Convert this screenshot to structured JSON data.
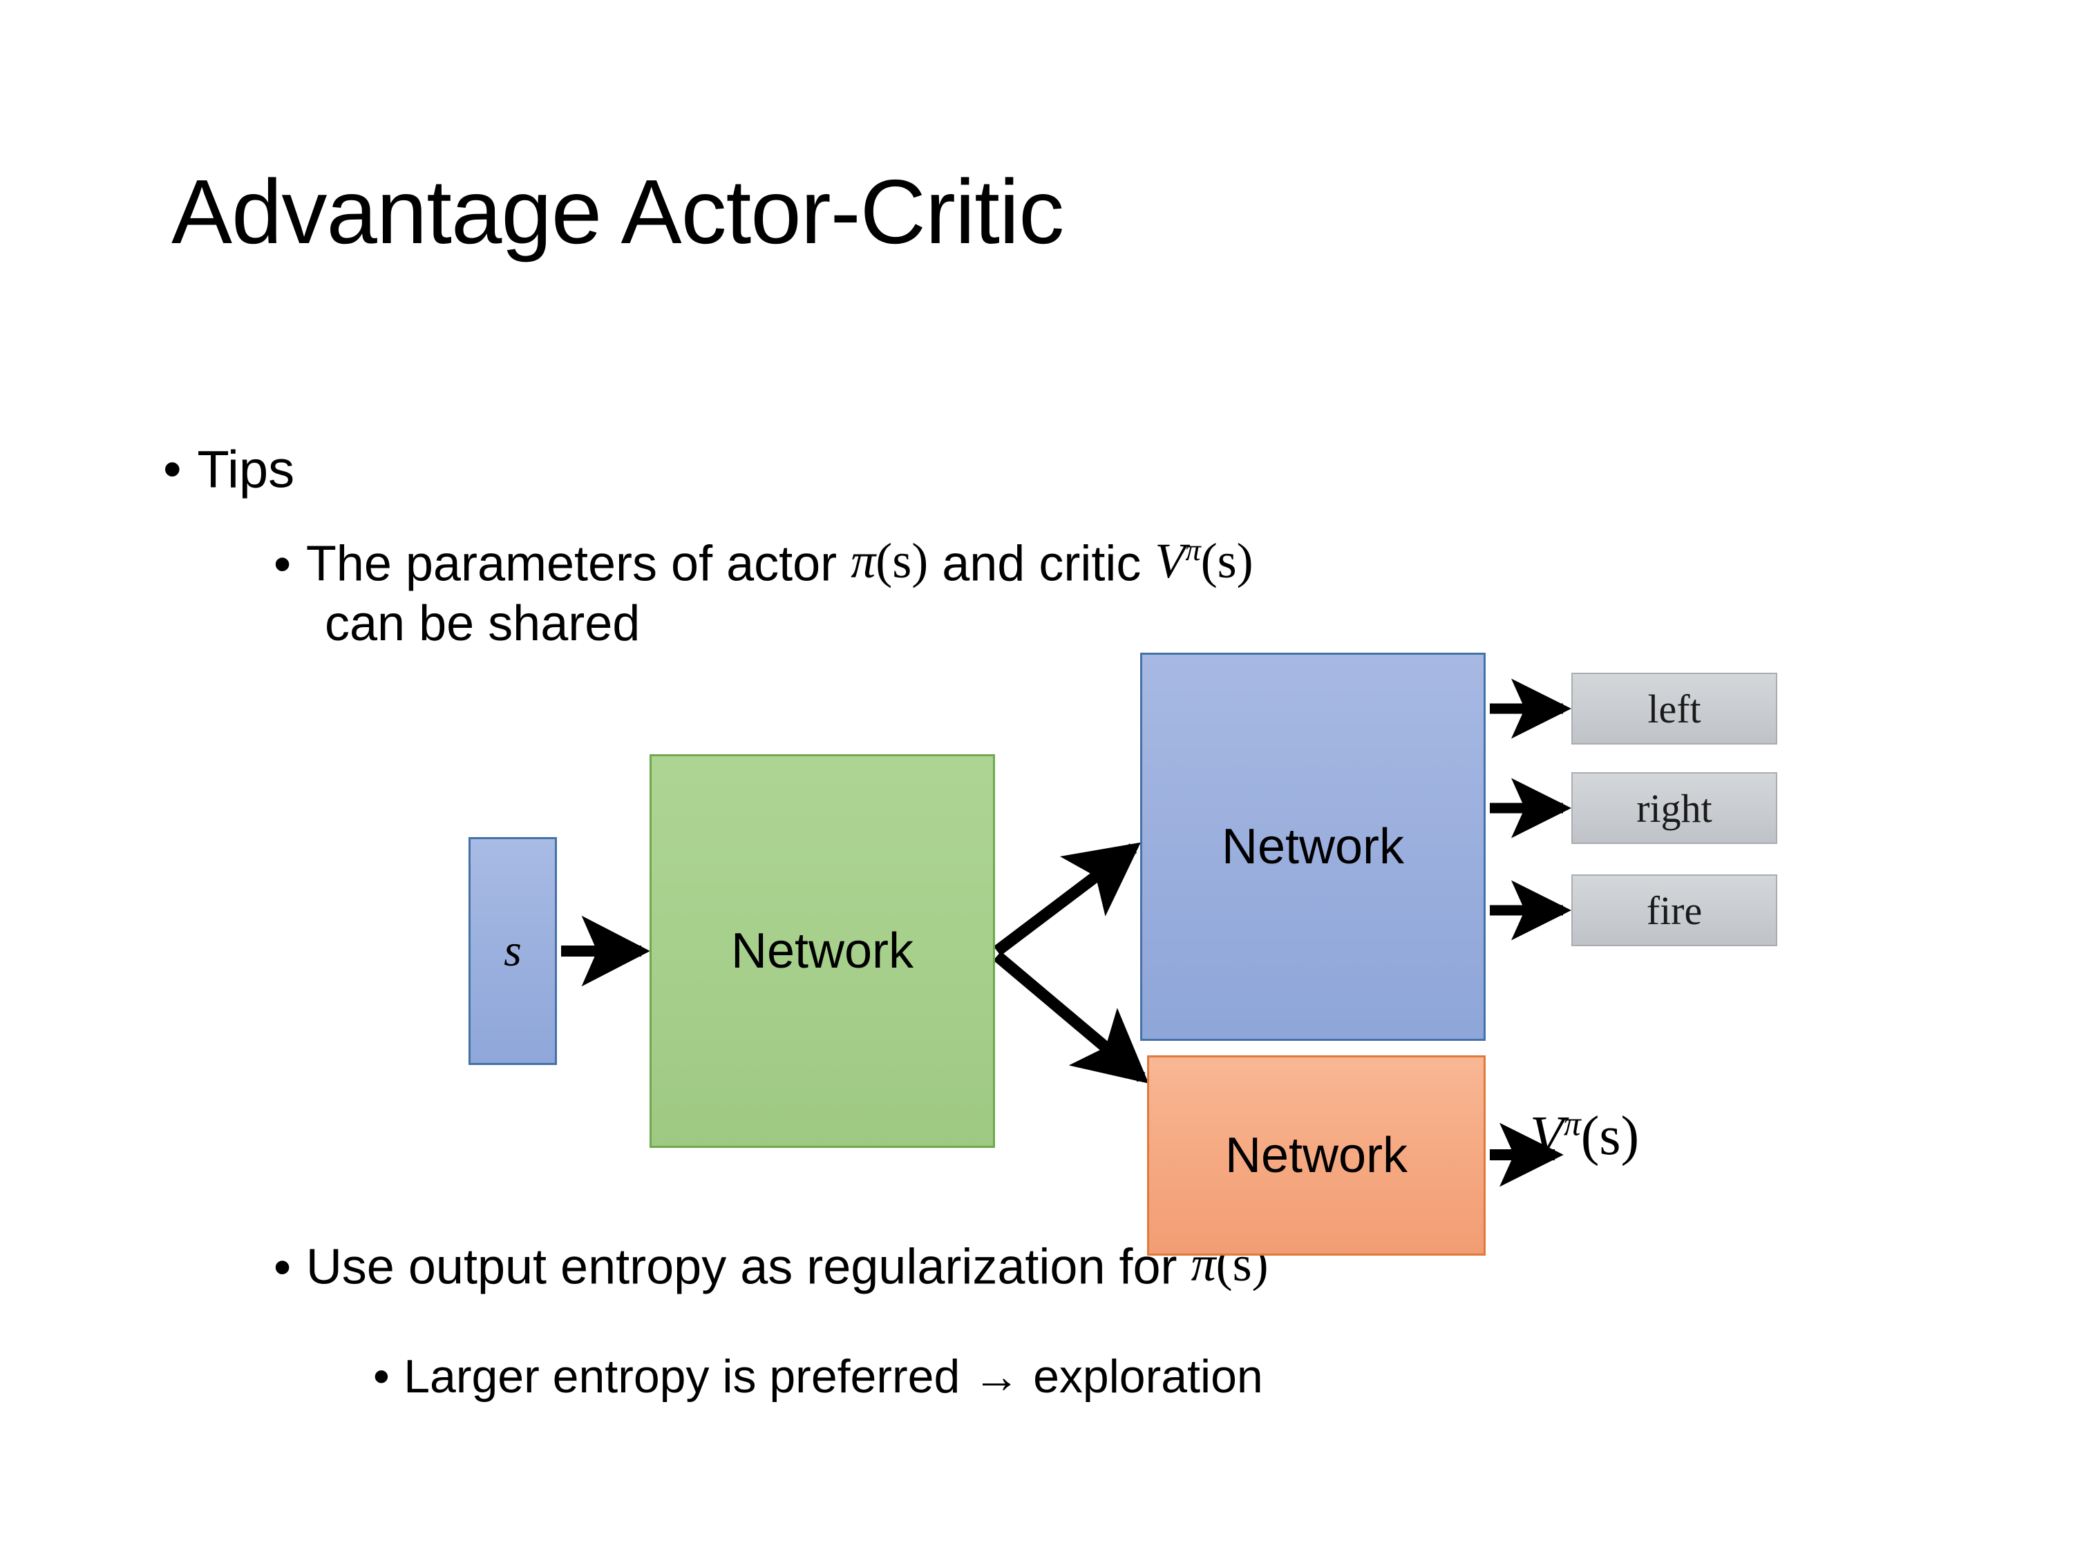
{
  "slide": {
    "title": "Advantage Actor-Critic",
    "background": "#ffffff"
  },
  "bullets": {
    "tips": {
      "marker": "•",
      "text": "Tips"
    },
    "shared": {
      "marker": "•",
      "line1_prefix": "The parameters of actor ",
      "actor_symbol": "π",
      "actor_arg": "(s)",
      "line1_mid": "  and critic ",
      "critic_symbol": "V",
      "critic_sup": "π",
      "critic_arg": "(s)",
      "line2": "can be shared"
    },
    "entropy": {
      "marker": "•",
      "text": "Use output entropy as regularization for ",
      "symbol": "π",
      "arg": "(s)"
    },
    "exploration": {
      "marker": "•",
      "text": "Larger entropy is preferred → exploration"
    }
  },
  "diagram": {
    "input_node": {
      "label": "s",
      "fill": "#9bb0de",
      "border": "#4472a8"
    },
    "shared_network": {
      "label": "Network",
      "fill": "#a6cf8b",
      "border": "#70a84e"
    },
    "actor_network": {
      "label": "Network",
      "fill": "#9aaedd",
      "border": "#4472a8"
    },
    "critic_network": {
      "label": "Network",
      "fill": "#f5a880",
      "border": "#e07a3c"
    },
    "actions": [
      {
        "label": "left",
        "fill": "#c9ccd0",
        "border": "#a9adb1"
      },
      {
        "label": "right",
        "fill": "#c9ccd0",
        "border": "#a9adb1"
      },
      {
        "label": "fire",
        "fill": "#c9ccd0",
        "border": "#a9adb1"
      }
    ],
    "value_output": {
      "symbol": "V",
      "superscript": "π",
      "argument": "(s)"
    },
    "arrow_color": "#000000"
  }
}
